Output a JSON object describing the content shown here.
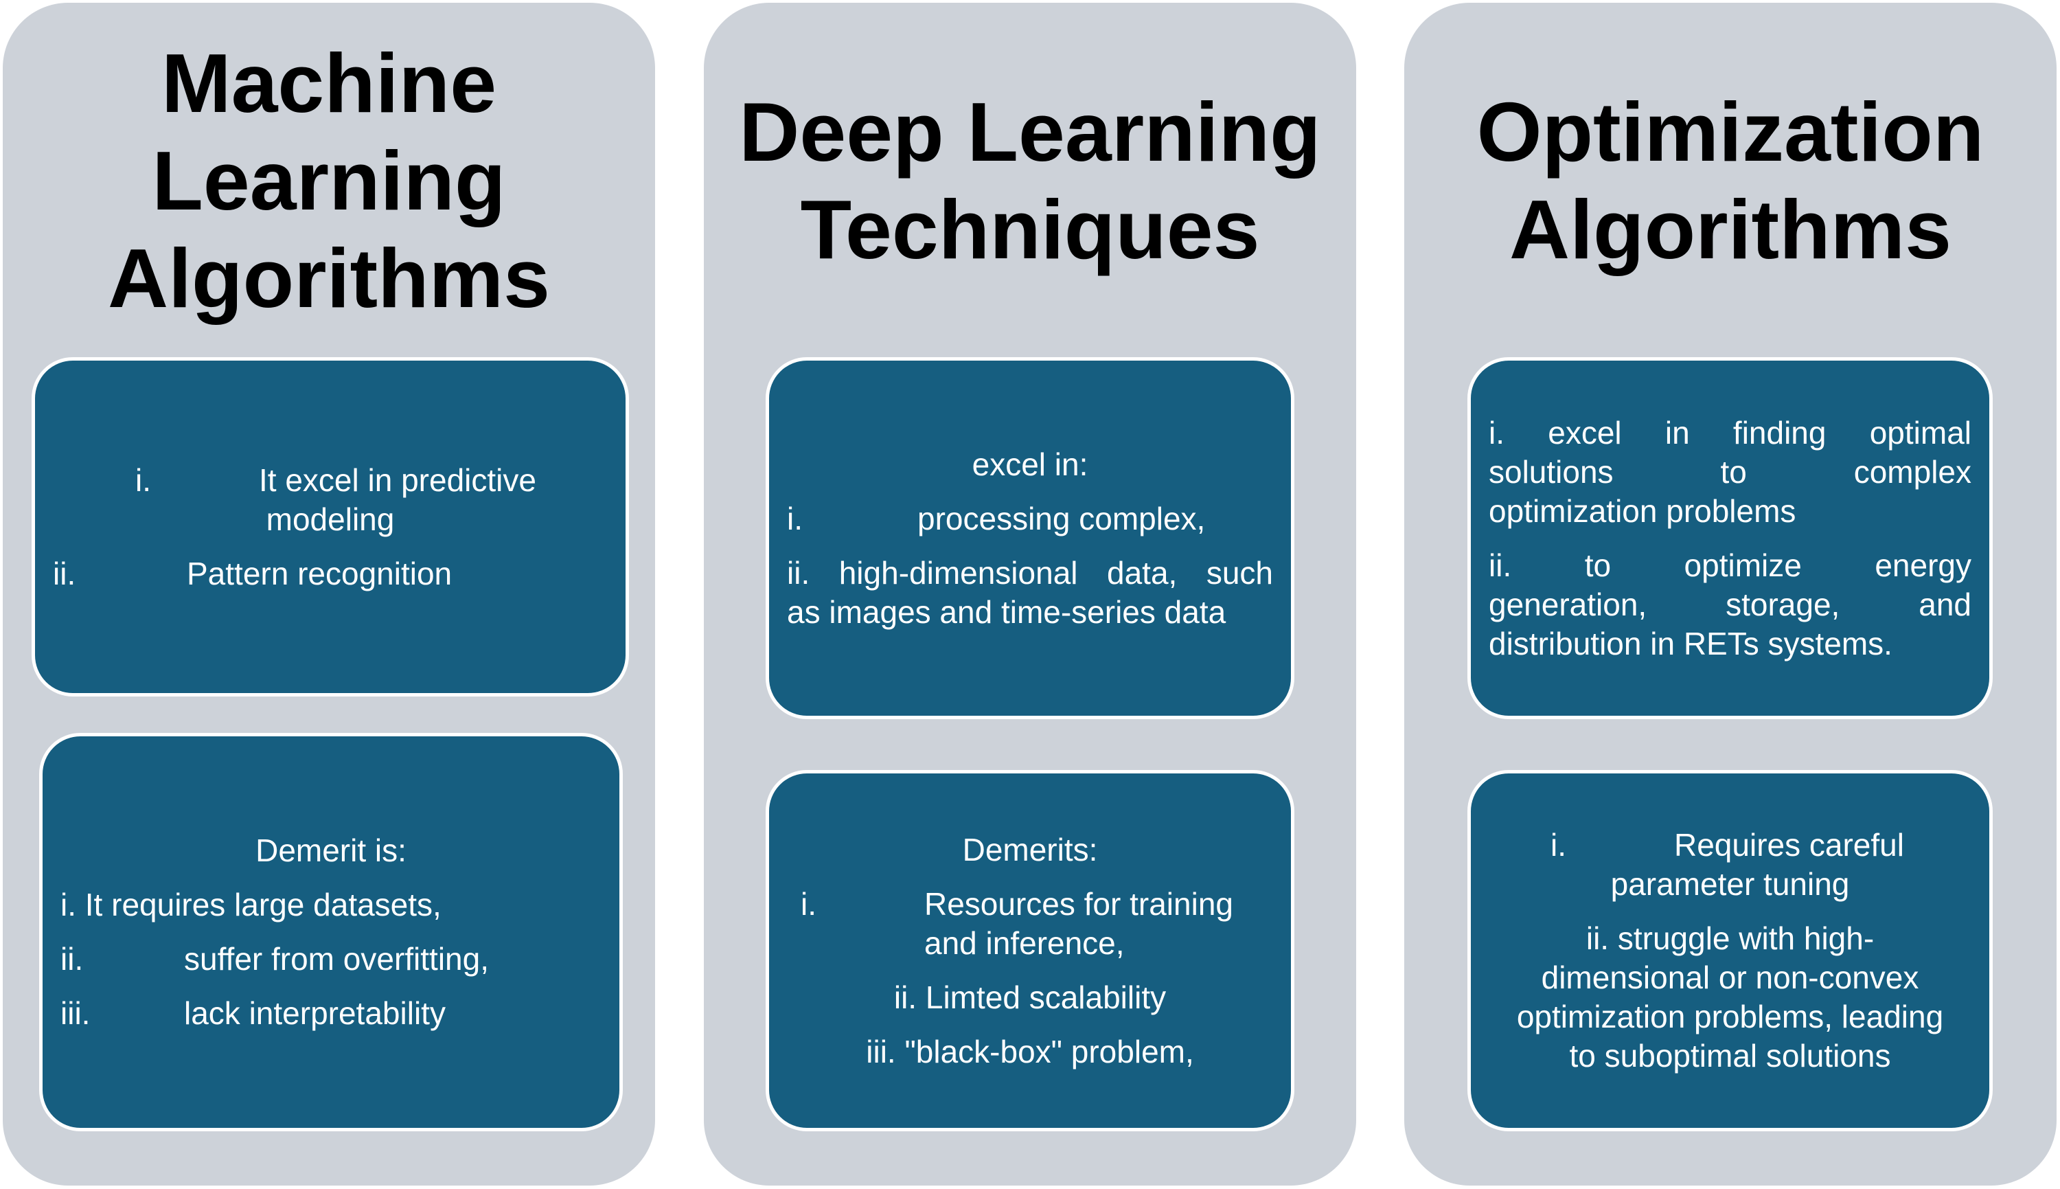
{
  "colors": {
    "panel": "#cdd2d9",
    "box": "#165e80",
    "text": "#ffffff"
  },
  "panels": [
    {
      "title_lines": [
        "Machine",
        "Learning",
        "Algorithms"
      ],
      "strengths": {
        "item1_num": "i.",
        "item1_text": "It excel in predictive",
        "item1_cont": "modeling",
        "item2_num": "ii.",
        "item2_text": "Pattern recognition"
      },
      "demerits": {
        "heading": "Demerit is:",
        "item1": "i. It requires large datasets,",
        "item2_num": "ii.",
        "item2_text": "suffer from overfitting,",
        "item3_num": "iii.",
        "item3_text": "lack interpretability"
      }
    },
    {
      "title_lines": [
        "Deep Learning",
        "Techniques"
      ],
      "strengths": {
        "heading": "excel in:",
        "item1_num": "i.",
        "item1_text": "processing complex,",
        "item2_line1": "ii. high-dimensional data, such",
        "item2_line2": "as images and time-series data"
      },
      "demerits": {
        "heading": "Demerits:",
        "item1_num": "i.",
        "item1_text": "Resources for training",
        "item1_cont": "and inference,",
        "item2": "ii. Limted scalability",
        "item3": "iii. \"black-box\" problem,"
      }
    },
    {
      "title_lines": [
        "Optimization",
        "Algorithms"
      ],
      "strengths": {
        "item1_line1": "i.  excel in finding optimal",
        "item1_line2": "solutions to complex",
        "item1_line3": "optimization problems",
        "item2_line1": "ii. to optimize energy",
        "item2_line2": "generation, storage, and",
        "item2_line3": "distribution in RETs systems."
      },
      "demerits": {
        "item1_num": "i.",
        "item1_text": "Requires careful",
        "item1_cont": "parameter tuning",
        "item2_line1": "ii. struggle with high-",
        "item2_line2": "dimensional or non-convex",
        "item2_line3": "optimization problems, leading",
        "item2_line4": "to suboptimal solutions"
      }
    }
  ]
}
